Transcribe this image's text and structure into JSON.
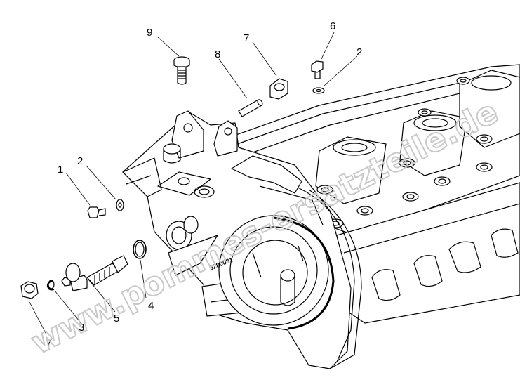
{
  "watermark": "www.pommes-ersatzteile.de",
  "callouts": {
    "c1": "1",
    "c2a": "2",
    "c2b": "2",
    "c3": "3",
    "c4": "4",
    "c5": "5",
    "c6": "6",
    "c7a": "7",
    "c7b": "7",
    "c8": "8",
    "c9": "9"
  },
  "casting_mark": "9280081",
  "colors": {
    "line": "#000000",
    "watermark": "#c9c9c9",
    "background": "#ffffff"
  }
}
